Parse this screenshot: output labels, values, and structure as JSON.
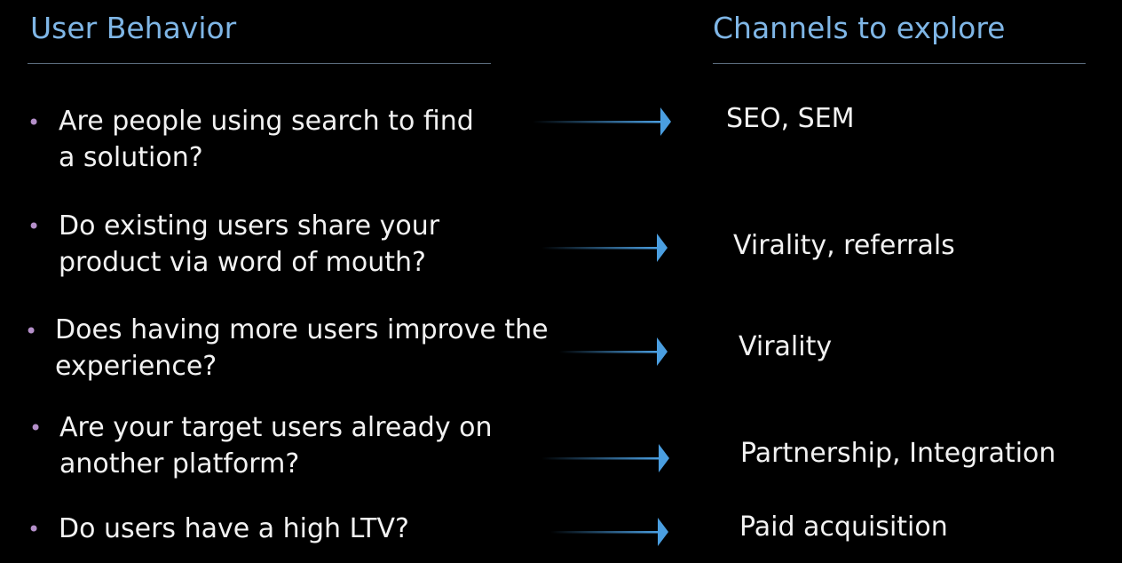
{
  "headings": {
    "left": "User Behavior",
    "right": "Channels to explore"
  },
  "colors": {
    "background": "#000000",
    "heading": "#7fb6e6",
    "text": "#f2f2f2",
    "bullet": "#b48fc9",
    "arrow": "#4a9ee0",
    "rule": "#5a6b7c"
  },
  "rows": [
    {
      "question": "Are people using search to find\na solution?",
      "channel": "SEO, SEM"
    },
    {
      "question": "Do existing users share your\nproduct via word of mouth?",
      "channel": "Virality, referrals"
    },
    {
      "question": "Does having more users improve the\nexperience?",
      "channel": "Virality"
    },
    {
      "question": "Are your target users already on\nanother platform?",
      "channel": "Partnership, Integration"
    },
    {
      "question": "Do users have a high LTV?",
      "channel": "Paid acquisition"
    }
  ]
}
